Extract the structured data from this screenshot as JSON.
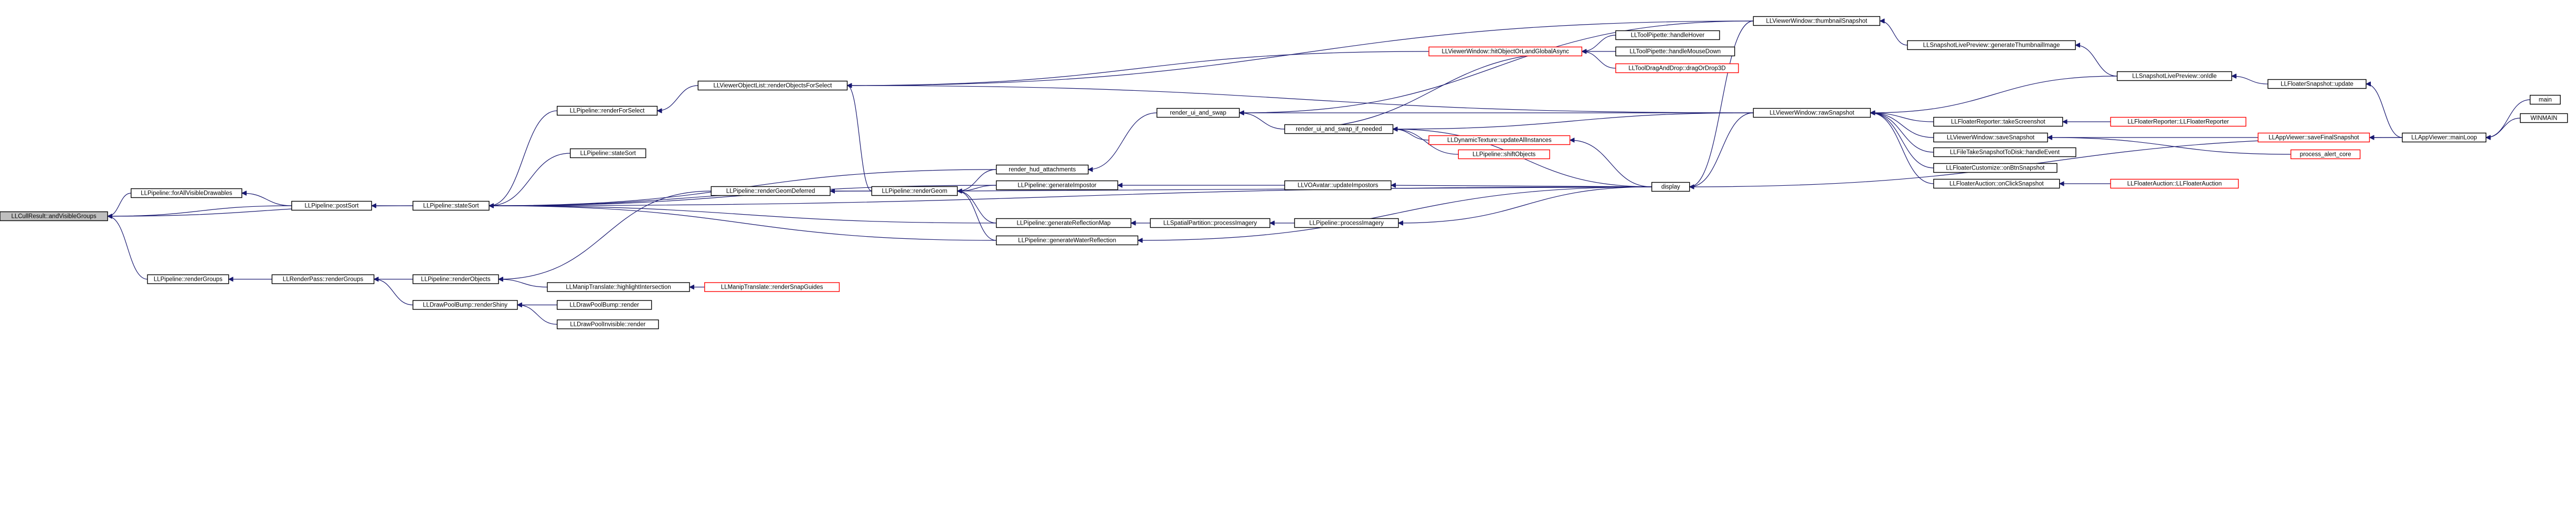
{
  "diagram": {
    "colors": {
      "edge": "#191970",
      "node_border": "#000000",
      "truncated_border": "#ff0000",
      "root_fill": "#bfbfbf",
      "background": "#ffffff"
    },
    "nodes": [
      {
        "id": "root",
        "label": "LLCullResult::andVisibleGroups",
        "kind": "root"
      },
      {
        "id": "forAll",
        "label": "LLPipeline::forAllVisibleDrawables",
        "kind": "normal"
      },
      {
        "id": "renderGroups",
        "label": "LLPipeline::renderGroups",
        "kind": "normal"
      },
      {
        "id": "postSort",
        "label": "LLPipeline::postSort",
        "kind": "normal"
      },
      {
        "id": "stateSort",
        "label": "LLPipeline::stateSort",
        "kind": "normal"
      },
      {
        "id": "renderPassGroups",
        "label": "LLRenderPass::renderGroups",
        "kind": "normal"
      },
      {
        "id": "renderObjects",
        "label": "LLPipeline::renderObjects",
        "kind": "normal"
      },
      {
        "id": "renderShiny",
        "label": "LLDrawPoolBump::renderShiny",
        "kind": "normal"
      },
      {
        "id": "highlightIntersection",
        "label": "LLManipTranslate::highlightIntersection",
        "kind": "normal"
      },
      {
        "id": "renderSnapGuides",
        "label": "LLManipTranslate::renderSnapGuides",
        "kind": "truncated"
      },
      {
        "id": "bumpRender",
        "label": "LLDrawPoolBump::render",
        "kind": "normal"
      },
      {
        "id": "invisibleRender",
        "label": "LLDrawPoolInvisible::render",
        "kind": "normal"
      },
      {
        "id": "renderForSelect",
        "label": "LLPipeline::renderForSelect",
        "kind": "normal"
      },
      {
        "id": "stateSort2",
        "label": "LLPipeline::stateSort",
        "kind": "normal"
      },
      {
        "id": "renderObjectsForSelect",
        "label": "LLViewerObjectList::renderObjectsForSelect",
        "kind": "normal"
      },
      {
        "id": "renderGeomDeferred",
        "label": "LLPipeline::renderGeomDeferred",
        "kind": "normal"
      },
      {
        "id": "renderGeom",
        "label": "LLPipeline::renderGeom",
        "kind": "normal"
      },
      {
        "id": "renderHud",
        "label": "render_hud_attachments",
        "kind": "normal"
      },
      {
        "id": "generateImpostor",
        "label": "LLPipeline::generateImpostor",
        "kind": "normal"
      },
      {
        "id": "generateReflectionMap",
        "label": "LLPipeline::generateReflectionMap",
        "kind": "normal"
      },
      {
        "id": "generateWaterReflection",
        "label": "LLPipeline::generateWaterReflection",
        "kind": "normal"
      },
      {
        "id": "renderUiAndSwap",
        "label": "render_ui_and_swap",
        "kind": "normal"
      },
      {
        "id": "renderUiAndSwapIfNeeded",
        "label": "render_ui_and_swap_if_needed",
        "kind": "normal"
      },
      {
        "id": "spatialPartition",
        "label": "LLSpatialPartition::processImagery",
        "kind": "normal"
      },
      {
        "id": "processImagery",
        "label": "LLPipeline::processImagery",
        "kind": "normal"
      },
      {
        "id": "voAvatarUpdate",
        "label": "LLVOAvatar::updateImpostors",
        "kind": "normal"
      },
      {
        "id": "hitObjectOrLand",
        "label": "LLViewerWindow::hitObjectOrLandGlobalAsync",
        "kind": "truncated"
      },
      {
        "id": "toolPipetteHover",
        "label": "LLToolPipette::handleHover",
        "kind": "normal"
      },
      {
        "id": "toolPipetteMouse",
        "label": "LLToolPipette::handleMouseDown",
        "kind": "normal"
      },
      {
        "id": "toolDragAndDrop",
        "label": "LLToolDragAndDrop::dragOrDrop3D",
        "kind": "truncated"
      },
      {
        "id": "dynamicTexture",
        "label": "LLDynamicTexture::updateAllInstances",
        "kind": "truncated"
      },
      {
        "id": "shiftObjects",
        "label": "LLPipeline::shiftObjects",
        "kind": "truncated"
      },
      {
        "id": "display",
        "label": "display",
        "kind": "normal"
      },
      {
        "id": "thumbnailSnapshot",
        "label": "LLViewerWindow::thumbnailSnapshot",
        "kind": "normal"
      },
      {
        "id": "rawSnapshot",
        "label": "LLViewerWindow::rawSnapshot",
        "kind": "normal"
      },
      {
        "id": "generateThumbnail",
        "label": "LLSnapshotLivePreview::generateThumbnailImage",
        "kind": "normal"
      },
      {
        "id": "onIdle",
        "label": "LLSnapshotLivePreview::onIdle",
        "kind": "normal"
      },
      {
        "id": "takeScreenshot",
        "label": "LLFloaterReporter::takeScreenshot",
        "kind": "normal"
      },
      {
        "id": "floaterReporter",
        "label": "LLFloaterReporter::LLFloaterReporter",
        "kind": "truncated"
      },
      {
        "id": "saveSnapshot",
        "label": "LLViewerWindow::saveSnapshot",
        "kind": "normal"
      },
      {
        "id": "fileTakeSnapshot",
        "label": "LLFileTakeSnapshotToDisk::handleEvent",
        "kind": "normal"
      },
      {
        "id": "floaterCustomize",
        "label": "LLFloaterCustomize::onBtnSnapshot",
        "kind": "normal"
      },
      {
        "id": "floaterAuctionSnap",
        "label": "LLFloaterAuction::onClickSnapshot",
        "kind": "normal"
      },
      {
        "id": "floaterAuction",
        "label": "LLFloaterAuction::LLFloaterAuction",
        "kind": "truncated"
      },
      {
        "id": "saveFinalSnapshot",
        "label": "LLAppViewer::saveFinalSnapshot",
        "kind": "truncated"
      },
      {
        "id": "processAlertCore",
        "label": "process_alert_core",
        "kind": "truncated"
      },
      {
        "id": "floaterSnapshotUpdate",
        "label": "LLFloaterSnapshot::update",
        "kind": "normal"
      },
      {
        "id": "mainLoop",
        "label": "LLAppViewer::mainLoop",
        "kind": "normal"
      },
      {
        "id": "main",
        "label": "main",
        "kind": "normal"
      },
      {
        "id": "winmain",
        "label": "WINMAIN",
        "kind": "normal"
      }
    ],
    "edges": [
      [
        "forAll",
        "root"
      ],
      [
        "renderGroups",
        "root"
      ],
      [
        "postSort",
        "root"
      ],
      [
        "stateSort",
        "root"
      ],
      [
        "postSort",
        "forAll"
      ],
      [
        "stateSort",
        "postSort"
      ],
      [
        "renderPassGroups",
        "renderGroups"
      ],
      [
        "renderObjects",
        "renderPassGroups"
      ],
      [
        "renderShiny",
        "renderPassGroups"
      ],
      [
        "highlightIntersection",
        "renderObjects"
      ],
      [
        "renderSnapGuides",
        "highlightIntersection"
      ],
      [
        "bumpRender",
        "renderShiny"
      ],
      [
        "invisibleRender",
        "renderShiny"
      ],
      [
        "renderForSelect",
        "stateSort"
      ],
      [
        "stateSort2",
        "stateSort"
      ],
      [
        "renderHud",
        "stateSort"
      ],
      [
        "generateImpostor",
        "stateSort"
      ],
      [
        "generateReflectionMap",
        "stateSort"
      ],
      [
        "generateWaterReflection",
        "stateSort"
      ],
      [
        "renderGeom",
        "stateSort"
      ],
      [
        "display",
        "stateSort"
      ],
      [
        "renderObjectsForSelect",
        "renderForSelect"
      ],
      [
        "renderGeomDeferred",
        "renderObjects"
      ],
      [
        "renderGeom",
        "renderGeomDeferred"
      ],
      [
        "renderGeom",
        "renderObjectsForSelect"
      ],
      [
        "generateImpostor",
        "renderGeom"
      ],
      [
        "generateReflectionMap",
        "renderGeom"
      ],
      [
        "generateWaterReflection",
        "renderGeom"
      ],
      [
        "renderHud",
        "renderGeom"
      ],
      [
        "display",
        "renderGeom"
      ],
      [
        "renderUiAndSwap",
        "renderHud"
      ],
      [
        "renderUiAndSwapIfNeeded",
        "renderUiAndSwap"
      ],
      [
        "spatialPartition",
        "generateReflectionMap"
      ],
      [
        "processImagery",
        "spatialPartition"
      ],
      [
        "voAvatarUpdate",
        "generateImpostor"
      ],
      [
        "display",
        "voAvatarUpdate"
      ],
      [
        "display",
        "processImagery"
      ],
      [
        "display",
        "generateWaterReflection"
      ],
      [
        "hitObjectOrLand",
        "renderObjectsForSelect"
      ],
      [
        "thumbnailSnapshot",
        "renderObjectsForSelect"
      ],
      [
        "rawSnapshot",
        "renderObjectsForSelect"
      ],
      [
        "toolPipetteHover",
        "hitObjectOrLand"
      ],
      [
        "toolPipetteMouse",
        "hitObjectOrLand"
      ],
      [
        "toolDragAndDrop",
        "hitObjectOrLand"
      ],
      [
        "renderUiAndSwapIfNeeded",
        "hitObjectOrLand"
      ],
      [
        "dynamicTexture",
        "renderUiAndSwapIfNeeded"
      ],
      [
        "shiftObjects",
        "renderUiAndSwapIfNeeded"
      ],
      [
        "display",
        "renderUiAndSwapIfNeeded"
      ],
      [
        "display",
        "dynamicTexture"
      ],
      [
        "rawSnapshot",
        "renderUiAndSwap"
      ],
      [
        "rawSnapshot",
        "renderUiAndSwapIfNeeded"
      ],
      [
        "thumbnailSnapshot",
        "renderUiAndSwap"
      ],
      [
        "thumbnailSnapshot",
        "display"
      ],
      [
        "rawSnapshot",
        "display"
      ],
      [
        "generateThumbnail",
        "thumbnailSnapshot"
      ],
      [
        "onIdle",
        "generateThumbnail"
      ],
      [
        "onIdle",
        "rawSnapshot"
      ],
      [
        "takeScreenshot",
        "rawSnapshot"
      ],
      [
        "saveSnapshot",
        "rawSnapshot"
      ],
      [
        "fileTakeSnapshot",
        "rawSnapshot"
      ],
      [
        "floaterCustomize",
        "rawSnapshot"
      ],
      [
        "floaterAuctionSnap",
        "rawSnapshot"
      ],
      [
        "floaterReporter",
        "takeScreenshot"
      ],
      [
        "saveFinalSnapshot",
        "saveSnapshot"
      ],
      [
        "processAlertCore",
        "saveSnapshot"
      ],
      [
        "floaterAuction",
        "floaterAuctionSnap"
      ],
      [
        "floaterSnapshotUpdate",
        "onIdle"
      ],
      [
        "mainLoop",
        "floaterSnapshotUpdate"
      ],
      [
        "mainLoop",
        "saveFinalSnapshot"
      ],
      [
        "mainLoop",
        "display"
      ],
      [
        "main",
        "mainLoop"
      ],
      [
        "winmain",
        "mainLoop"
      ]
    ]
  }
}
